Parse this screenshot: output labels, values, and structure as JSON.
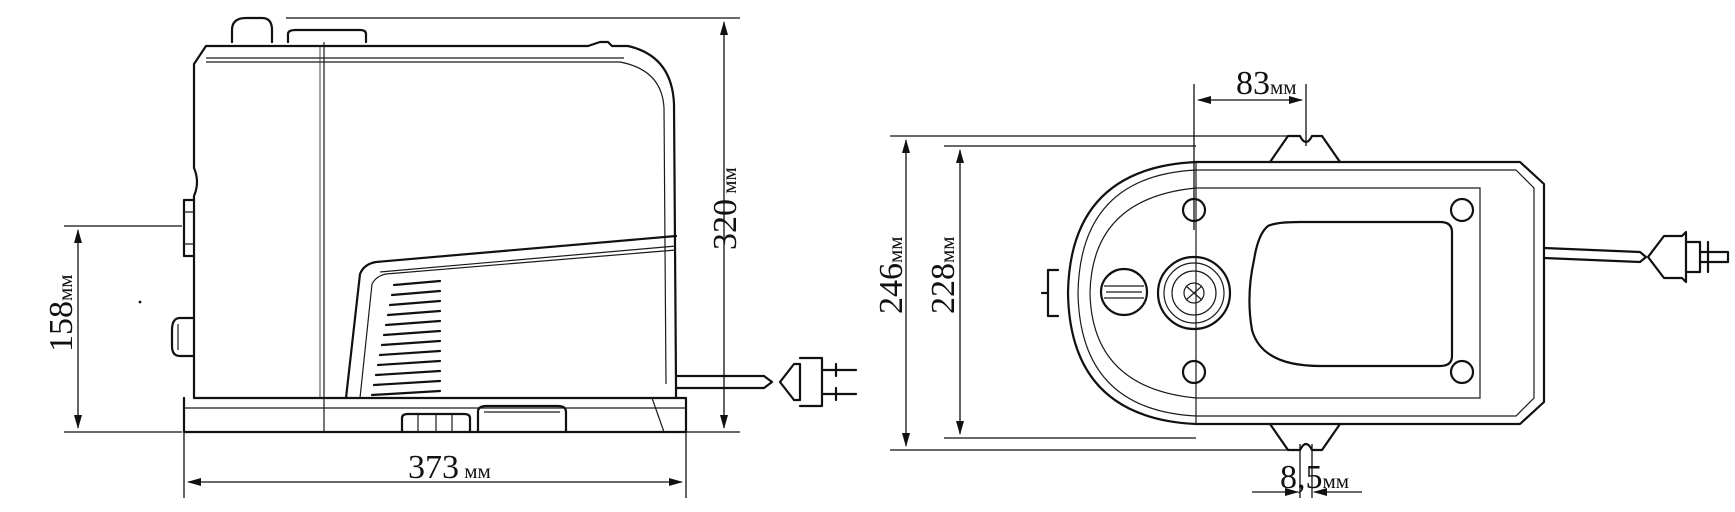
{
  "side_view": {
    "height": {
      "value": "320",
      "unit": " мм"
    },
    "width": {
      "value": "373",
      "unit": " мм"
    },
    "outlet_height": {
      "value": "158",
      "unit": "мм"
    }
  },
  "top_view": {
    "depth_outer": {
      "value": "246",
      "unit": "мм"
    },
    "depth_inner": {
      "value": "228",
      "unit": "мм"
    },
    "hole_offset": {
      "value": "83",
      "unit": "мм"
    },
    "slot_width": {
      "value": "8,5",
      "unit": "мм"
    }
  }
}
